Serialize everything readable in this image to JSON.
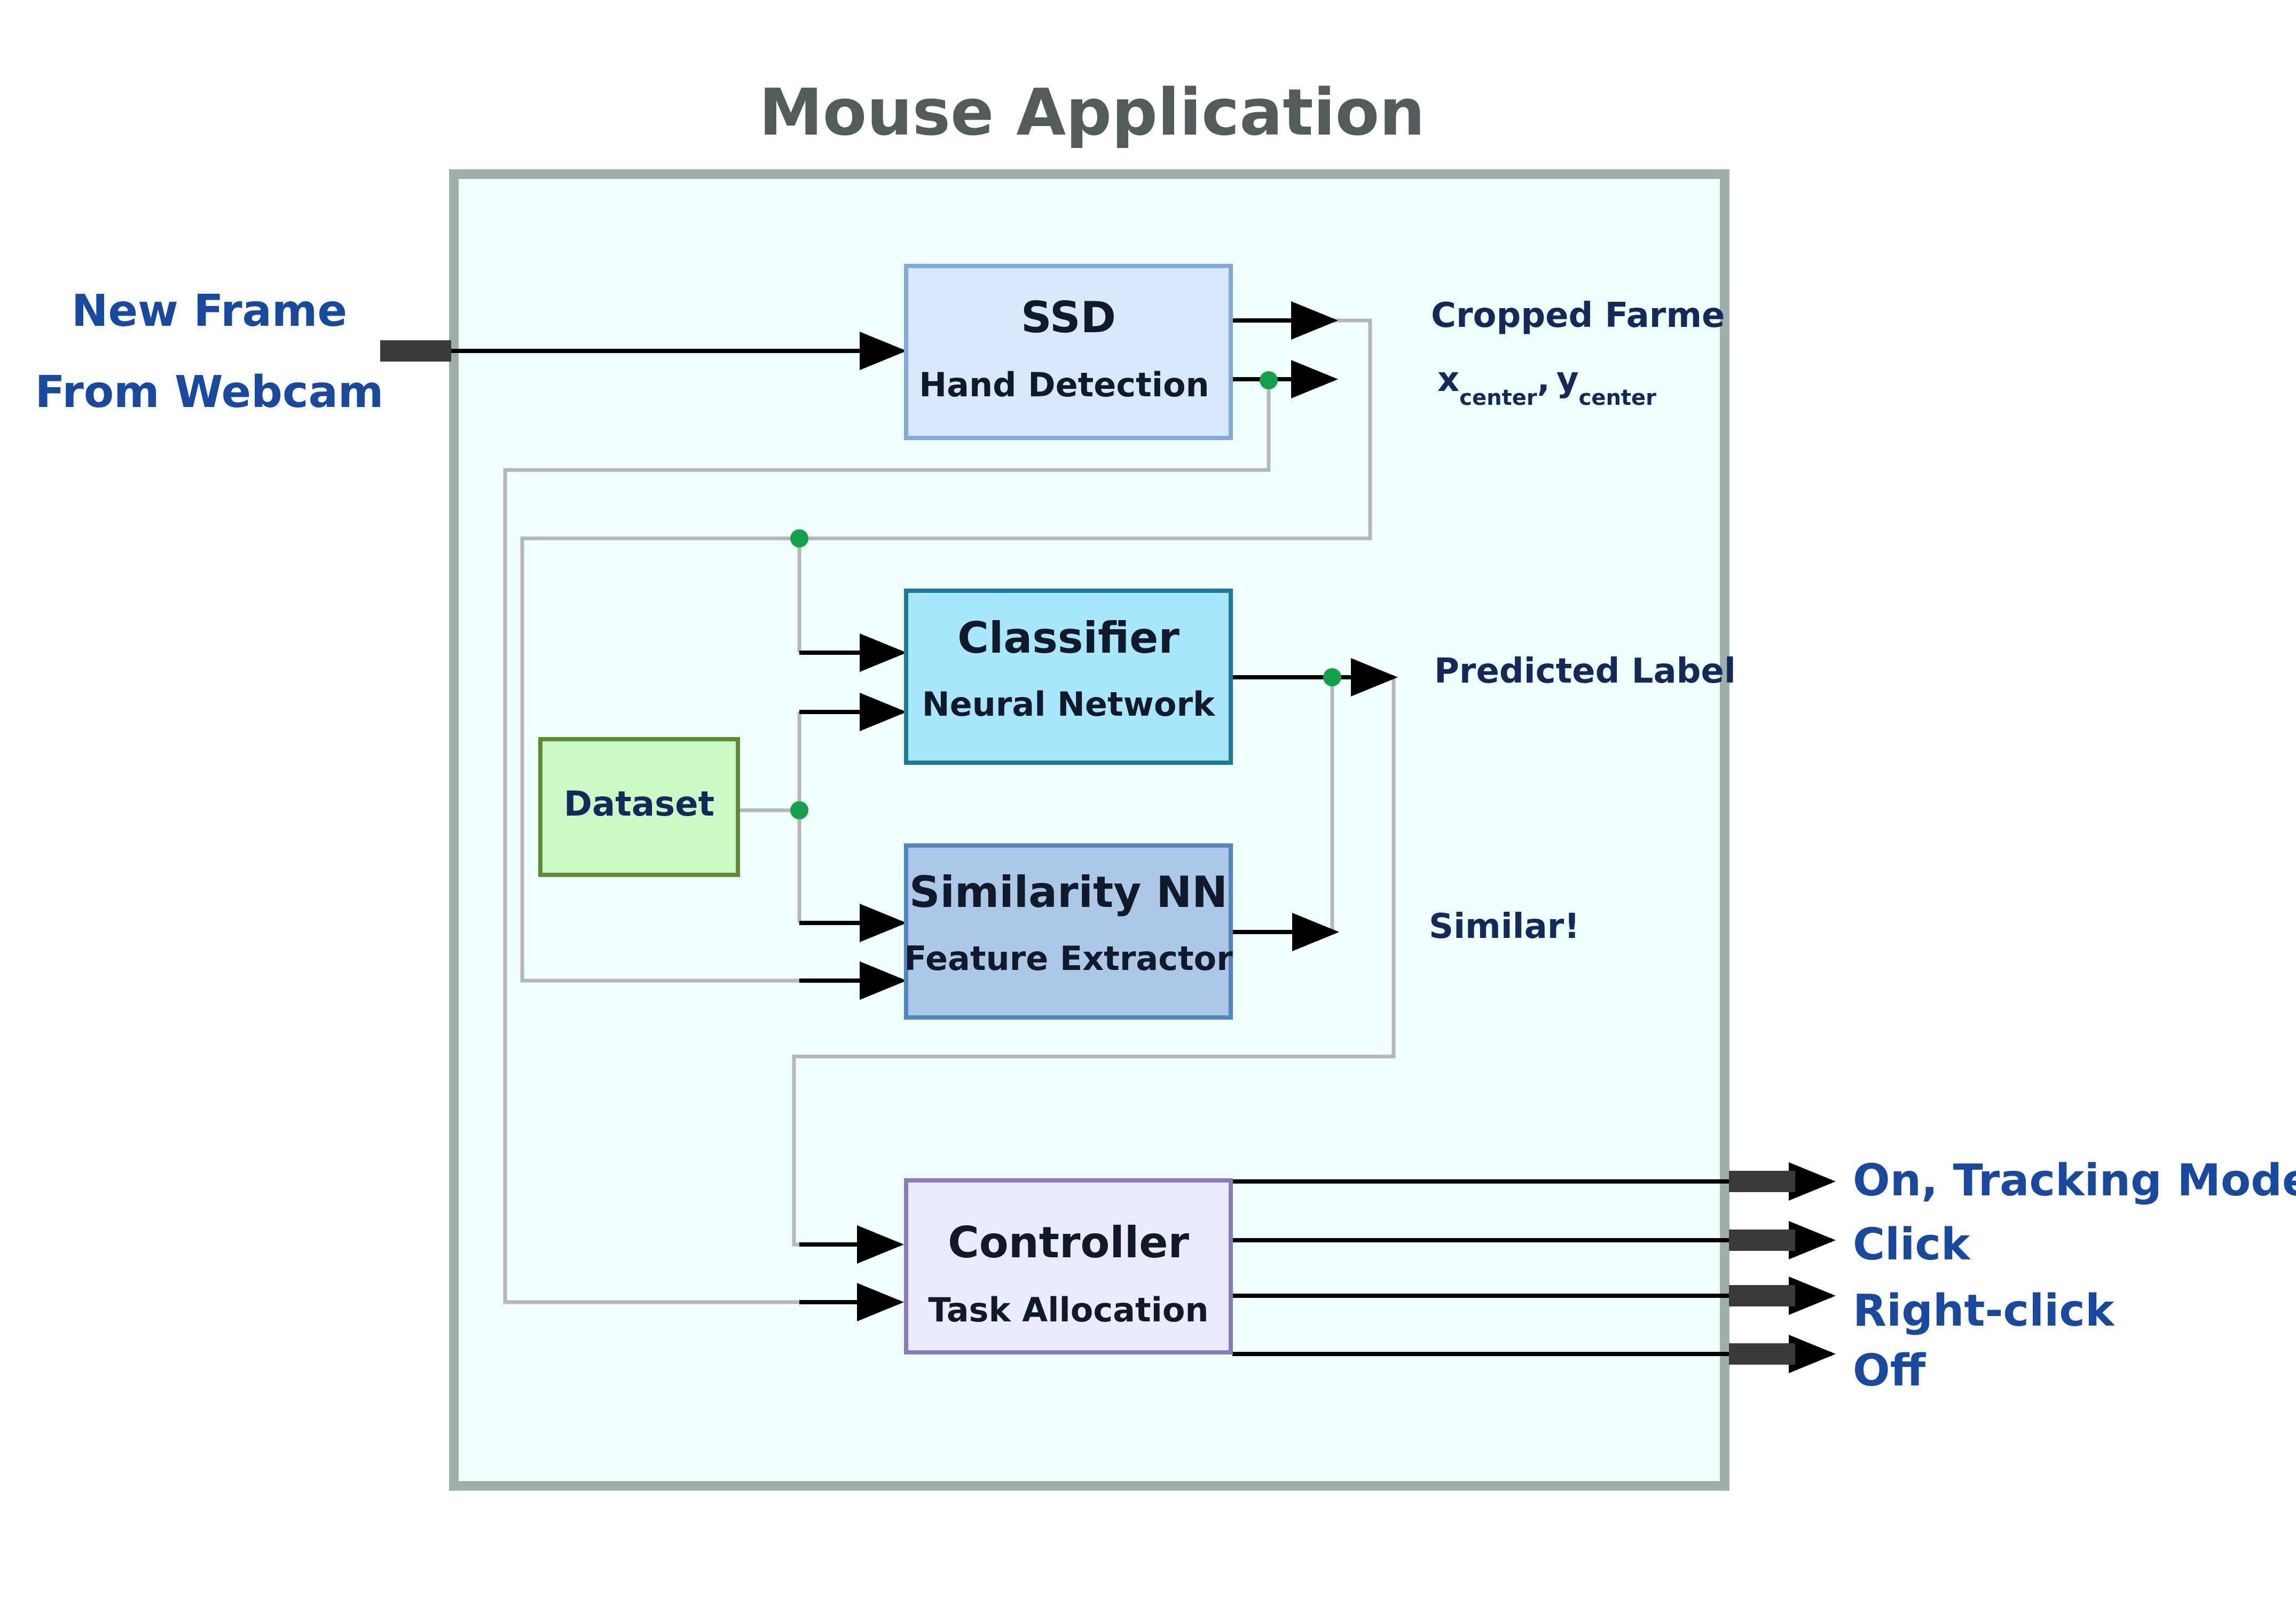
{
  "diagram": {
    "title": "Mouse Application",
    "input": {
      "line1": "New Frame",
      "line2": "From Webcam"
    },
    "blocks": {
      "ssd": {
        "title": "SSD",
        "subtitle": "Hand Detection",
        "fill": "#d8e8fc",
        "stroke": "#84a8d8"
      },
      "classifier": {
        "title": "Classifier",
        "subtitle": "Neural Network",
        "fill": "#a8e6fa",
        "stroke": "#1b7a96"
      },
      "similarity": {
        "title": "Similarity NN",
        "subtitle": "Feature Extractor",
        "fill": "#acc8e6",
        "stroke": "#4f86c0"
      },
      "controller": {
        "title": "Controller",
        "subtitle": "Task Allocation",
        "fill": "#ecebfd",
        "stroke": "#8a7cbc"
      },
      "dataset": {
        "label": "Dataset",
        "fill": "#cbf9c6",
        "stroke": "#5e8b34"
      }
    },
    "signals": {
      "cropped_frame": "Cropped Farme",
      "x_var": "x",
      "y_var": "y",
      "center_sub": "center",
      "comma": ",",
      "predicted_label": "Predicted Label",
      "similar": "Similar!"
    },
    "outputs": [
      "On, Tracking Mode",
      "Click",
      "Right-click",
      "Off"
    ],
    "colors": {
      "container_fill": "#eefffd",
      "container_border": "#a0aeaa",
      "wire": "#b6b6b6",
      "junction": "#12a04a",
      "title": "#535b5b",
      "io_text": "#1849a0",
      "signal_text": "#14285a"
    }
  }
}
